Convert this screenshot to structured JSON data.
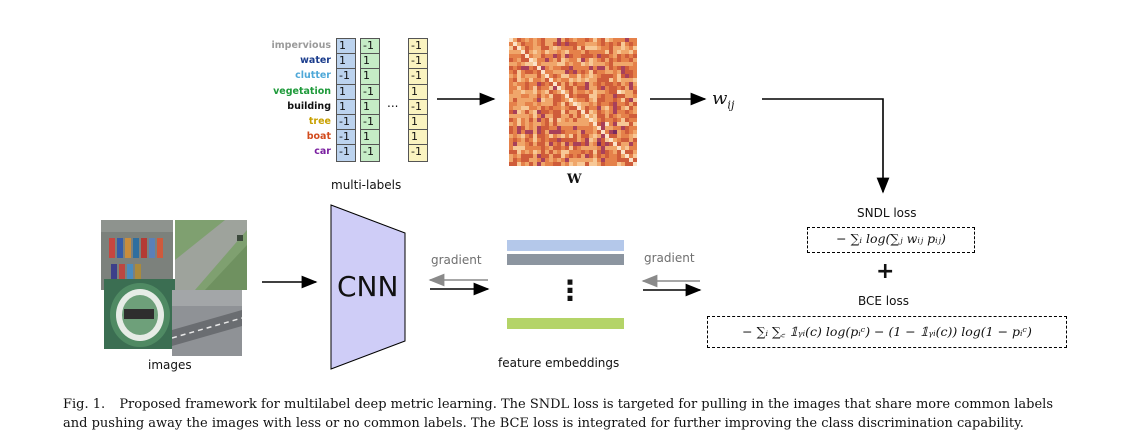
{
  "labels": [
    {
      "name": "impervious",
      "color": "#9a9a9a"
    },
    {
      "name": "water",
      "color": "#1a3c8c"
    },
    {
      "name": "clutter",
      "color": "#4fa8d8"
    },
    {
      "name": "vegetation",
      "color": "#1e9a3a"
    },
    {
      "name": "building",
      "color": "#111111"
    },
    {
      "name": "tree",
      "color": "#c8a000"
    },
    {
      "name": "boat",
      "color": "#d24c1e"
    },
    {
      "name": "car",
      "color": "#7a1fa0"
    }
  ],
  "label_vectors": [
    {
      "color": "#bcd3ee",
      "values": [
        "1",
        "1",
        "-1",
        "1",
        "1",
        "-1",
        "-1",
        "-1"
      ]
    },
    {
      "color": "#c5ecc6",
      "values": [
        "-1",
        "1",
        "1",
        "-1",
        "1",
        "-1",
        "1",
        "-1"
      ]
    },
    {
      "color": "#faf3c0",
      "values": [
        "-1",
        "-1",
        "-1",
        "1",
        "-1",
        "1",
        "1",
        "-1"
      ]
    }
  ],
  "ellipsis": "...",
  "multilabels_caption": "multi-labels",
  "matrix_caption": "W",
  "wij_label": "w_ij",
  "images_caption": "images",
  "cnn_label": "CNN",
  "gradient_label_left": "gradient",
  "gradient_label_right": "gradient",
  "vdots": "⋮",
  "embeddings_caption": "feature embeddings",
  "embedding_colors": [
    "#b4c8ea",
    "#8c95a0",
    "#b4d468"
  ],
  "sndl_title": "SNDL loss",
  "sndl_formula": "− ∑ᵢ log(∑ⱼ wᵢⱼ pᵢⱼ)",
  "plus": "+",
  "bce_title": "BCE loss",
  "bce_formula": "− ∑ᵢ ∑꜀ 𝟙ᵧᵢ(c) log(pᵢᶜ) − (1 − 𝟙ᵧᵢ(c)) log(1 − pᵢᶜ)",
  "caption_fig": "Fig. 1.",
  "caption_text": "Proposed framework for multilabel deep metric learning. The SNDL loss is targeted for pulling in the images that share more common labels and pushing away the images with less or no common labels. The BCE loss is integrated for further improving the class discrimination capability.",
  "colors": {
    "cnn_fill": "#cfcdf7",
    "arrow": "#000000",
    "gradient": "#8a8a8a"
  }
}
